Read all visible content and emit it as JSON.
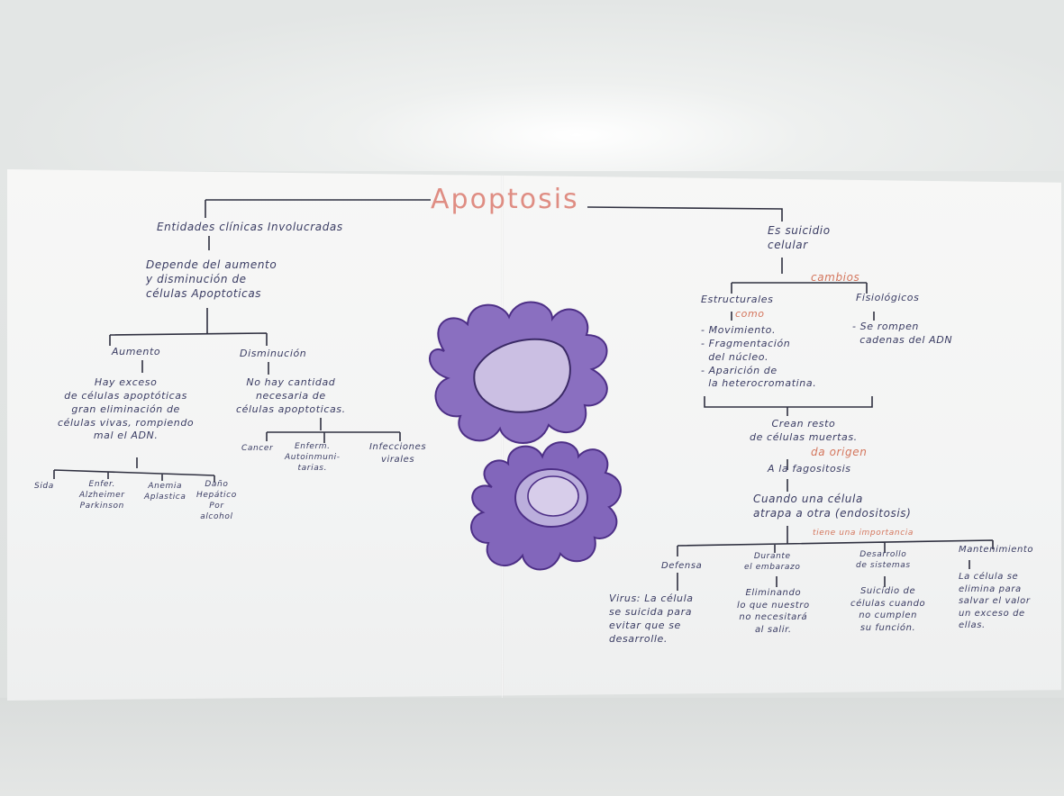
{
  "title": "Apoptosis",
  "left": {
    "header": "Entidades clínicas Involucradas",
    "depends": "Depende del aumento\ny disminución de\ncélulas Apoptoticas",
    "aumento": {
      "label": "Aumento",
      "text": "Hay exceso\nde células apoptóticas\ngran eliminación de\ncélulas vivas, rompiendo\nmal el ADN.",
      "items": [
        "Sida",
        "Enfer.\nAlzheimer\nParkinson",
        "Anemia\nAplastica",
        "Daño\nHepático\nPor\nalcohol"
      ]
    },
    "disminucion": {
      "label": "Disminución",
      "text": "No hay cantidad\nnecesaria de\ncélulas apoptoticas.",
      "items": [
        "Cancer",
        "Enferm.\nAutoinmuni-\ntarias.",
        "Infecciones\nvirales"
      ]
    }
  },
  "right": {
    "header": "Es suicidio\ncelular",
    "cambios": "cambios",
    "estructurales": "Estructurales",
    "como": "como",
    "estructurales_text": "- Movimiento.\n- Fragmentación\n  del núcleo.\n- Aparición de\n  la heterocromatina.",
    "fisiologicos": "Fisiológicos",
    "fisiologicos_text": "- Se rompen\n  cadenas del ADN",
    "restos": "Crean resto\nde células muertas.",
    "da_origen": "da origen",
    "fagositosis": "A la fagositosis",
    "cuando": "Cuando una célula\natrapa a otra (endositosis)",
    "importancia": "tiene una importancia",
    "cols": [
      {
        "label": "Defensa",
        "text": "Virus: La célula\nse suicida para\nevitar que se\ndesarrolle."
      },
      {
        "label": "Durante\nel embarazo",
        "text": "Eliminando\nlo que nuestro\nno necesitará\nal salir."
      },
      {
        "label": "Desarrollo\nde sistemas",
        "text": "Suicidio de\ncélulas cuando\nno cumplen\nsu función."
      },
      {
        "label": "Mantenimiento",
        "text": "La célula se\nelimina para\nsalvar el valor\nun exceso de\nellas."
      }
    ]
  },
  "colors": {
    "ink": "#3a3c63",
    "red_ink": "#d4765d",
    "title_ink": "#df8d83",
    "cell_purple": "#6d52a8",
    "cell_light": "#c9bfe0"
  }
}
